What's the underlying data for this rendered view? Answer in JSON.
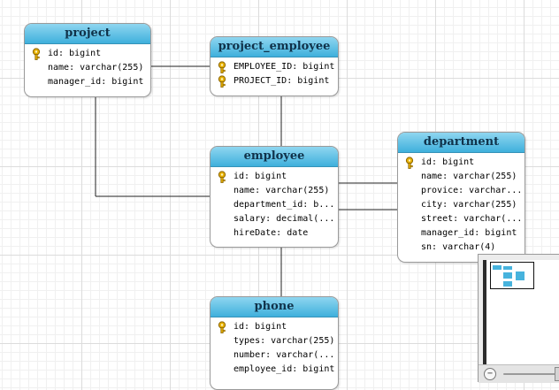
{
  "colors": {
    "header_top": "#8fd6f0",
    "header_bottom": "#3fb0dc",
    "key": "#e6b000"
  },
  "entities": {
    "project": {
      "name": "project",
      "fields": [
        {
          "text": "id: bigint",
          "key": true
        },
        {
          "text": "name: varchar(255)",
          "key": false
        },
        {
          "text": "manager_id: bigint",
          "key": false
        }
      ]
    },
    "project_employee": {
      "name": "project_employee",
      "fields": [
        {
          "text": "EMPLOYEE_ID: bigint",
          "key": true
        },
        {
          "text": "PROJECT_ID: bigint",
          "key": true
        }
      ]
    },
    "employee": {
      "name": "employee",
      "fields": [
        {
          "text": "id: bigint",
          "key": true
        },
        {
          "text": "name: varchar(255)",
          "key": false
        },
        {
          "text": "department_id: b...",
          "key": false
        },
        {
          "text": "salary: decimal(...",
          "key": false
        },
        {
          "text": "hireDate: date",
          "key": false
        }
      ]
    },
    "department": {
      "name": "department",
      "fields": [
        {
          "text": "id: bigint",
          "key": true
        },
        {
          "text": "name: varchar(255)",
          "key": false
        },
        {
          "text": "provice: varchar...",
          "key": false
        },
        {
          "text": "city: varchar(255)",
          "key": false
        },
        {
          "text": "street: varchar(...",
          "key": false
        },
        {
          "text": "manager_id: bigint",
          "key": false
        },
        {
          "text": "sn: varchar(4)",
          "key": false
        }
      ]
    },
    "phone": {
      "name": "phone",
      "fields": [
        {
          "text": "id: bigint",
          "key": true
        },
        {
          "text": "types: varchar(255)",
          "key": false
        },
        {
          "text": "number: varchar(...",
          "key": false
        },
        {
          "text": "employee_id: bigint",
          "key": false
        }
      ]
    }
  },
  "overview": {
    "zoom_out_icon": "zoom-out-icon",
    "zoom_out_label": "−"
  }
}
